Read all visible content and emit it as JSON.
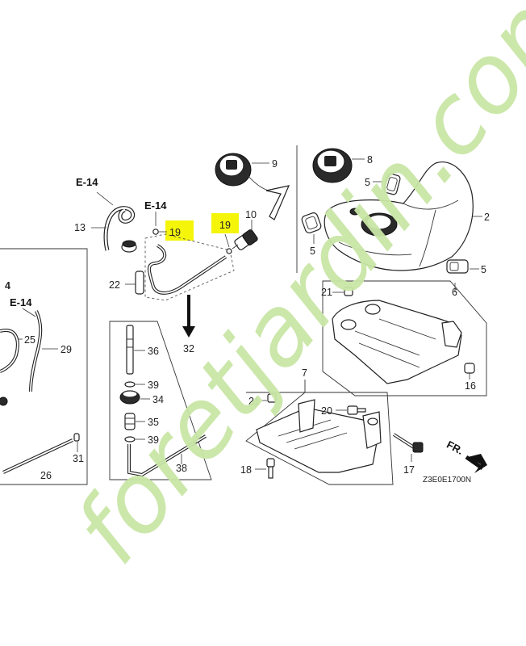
{
  "callouts": {
    "p2": "2",
    "p5a": "5",
    "p5b": "5",
    "p5c": "5",
    "p6": "6",
    "p7": "7",
    "p8": "8",
    "p9": "9",
    "p10": "10",
    "p13": "13",
    "p16": "16",
    "p17": "17",
    "p18": "18",
    "p19a": "19",
    "p19b": "19",
    "p20": "20",
    "p21a": "21",
    "p21b": "21",
    "p22": "22",
    "p25": "25",
    "p26": "26",
    "p29": "29",
    "p31": "31",
    "p32": "32",
    "p34": "34",
    "p35": "35",
    "p36": "36",
    "p38": "38",
    "p39a": "39",
    "p39b": "39",
    "p4": "4"
  },
  "refs": {
    "e14a": "E-14",
    "e14b": "E-14",
    "e14c": "E-14"
  },
  "direction_label": "FR.",
  "drawing_code": "Z3E0E1700N",
  "watermark": "foretjardin.com",
  "highlight_color": "#f5f50a",
  "watermark_colors": {
    "green": "#c9e6a6",
    "orange": "#f4c08e",
    "grey": "#d6d2c6"
  }
}
